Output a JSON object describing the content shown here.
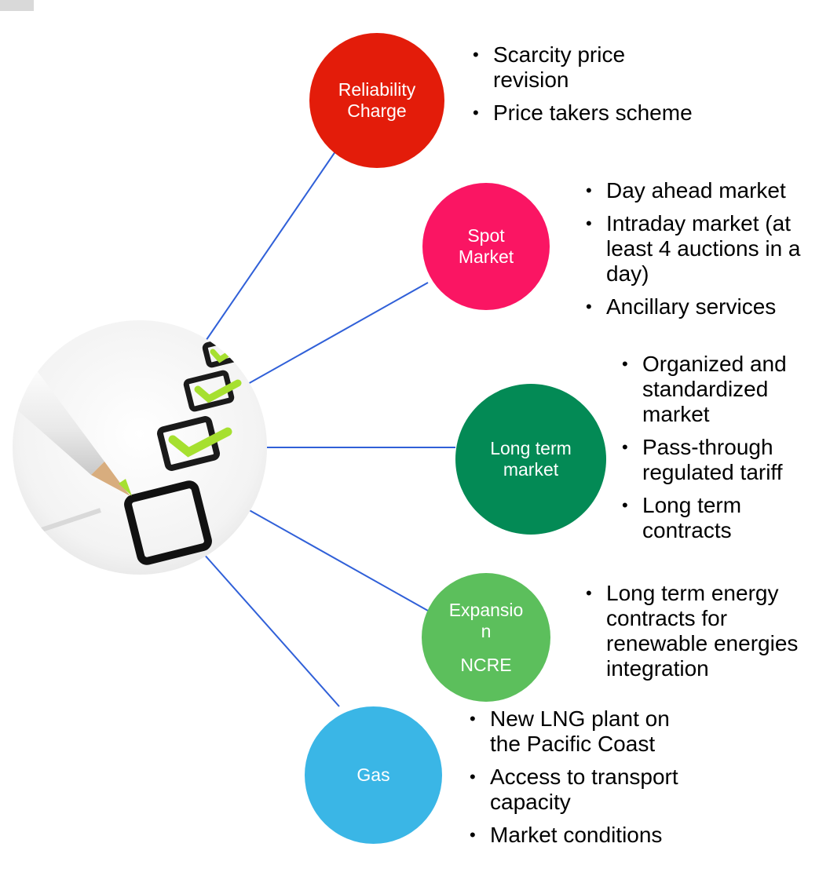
{
  "colors": {
    "connector": "#3060d8",
    "reliability": "#e31c0a",
    "spot": "#fa1563",
    "long_term": "#038a55",
    "expansion": "#5cbf5c",
    "gas": "#3ab6e6",
    "check_green": "#a6e030"
  },
  "hub": {
    "icon": "checklist-pencil-icon"
  },
  "nodes": [
    {
      "id": "reliability",
      "label": "Reliability\nCharge",
      "bullets": [
        "Scarcity price revision",
        "Price takers scheme"
      ]
    },
    {
      "id": "spot",
      "label": "Spot\nMarket",
      "bullets": [
        "Day ahead market",
        "Intraday market (at least 4 auctions in a day)",
        "Ancillary services"
      ]
    },
    {
      "id": "long_term",
      "label": "Long term\nmarket",
      "bullets": [
        "Organized  and standardized market",
        "Pass-through regulated tariff",
        "Long term contracts"
      ]
    },
    {
      "id": "expansion",
      "label": "Expansio\nn",
      "sublabel": "NCRE",
      "bullets": [
        "Long term energy contracts for renewable energies integration"
      ]
    },
    {
      "id": "gas",
      "label": "Gas",
      "bullets": [
        "New LNG plant on the Pacific Coast",
        "Access to transport capacity",
        "Market conditions"
      ]
    }
  ]
}
